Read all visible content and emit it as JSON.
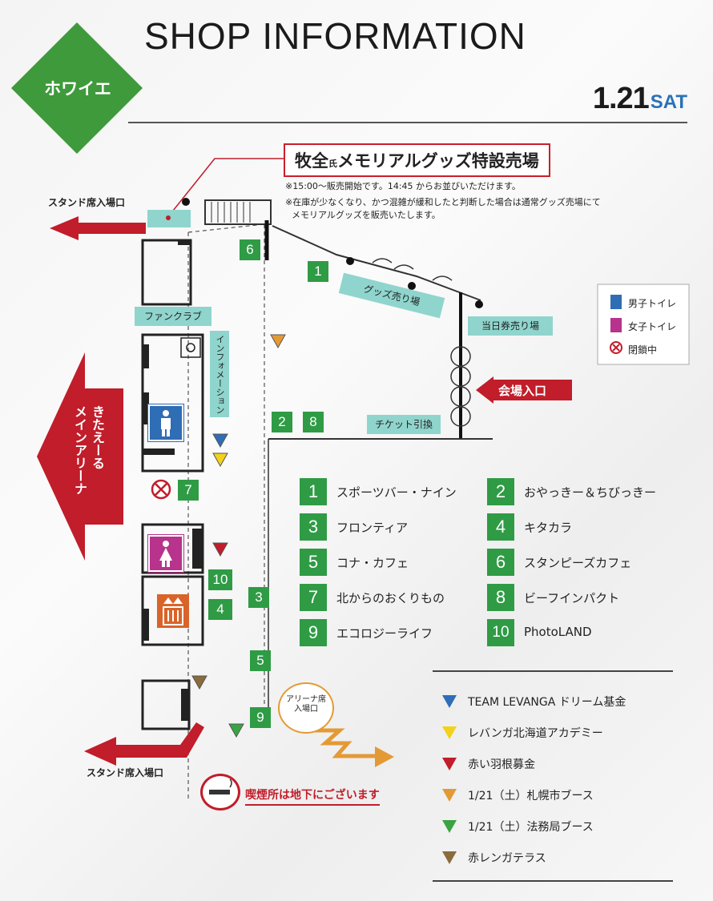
{
  "header": {
    "title": "SHOP INFORMATION",
    "section": "ホワイエ",
    "date": "1.21",
    "weekday": "SAT"
  },
  "memorial": {
    "title_main": "牧全",
    "title_small": "氏",
    "title_rest": "メモリアルグッズ特設売場",
    "note1": "※15:00〜販売開始です。14:45 からお並びいただけます。",
    "note2": "※在庫が少なくなり、かつ混雑が緩和したと判断した場合は通常グッズ売場にて",
    "note3": "メモリアルグッズを販売いたします。"
  },
  "map_labels": {
    "stand_entrance_top": "スタンド席入場口",
    "stand_entrance_bottom": "スタンド席入場口",
    "fanclub": "ファンクラブ",
    "information": "インフォメーション",
    "goods": "グッズ売り場",
    "same_day_tickets": "当日券売り場",
    "venue_entrance": "会場入口",
    "ticket_exchange": "チケット引換",
    "main_arena_line1": "きたえーる",
    "main_arena_line2": "メインアリーナ",
    "arena_entrance_line1": "アリーナ席",
    "arena_entrance_line2": "入場口",
    "smoking": "喫煙所は地下にございます"
  },
  "toilet_legend": {
    "male": "男子トイレ",
    "female": "女子トイレ",
    "closed": "閉鎖中"
  },
  "map_numbers": [
    "6",
    "1",
    "2",
    "8",
    "7",
    "10",
    "4",
    "3",
    "5",
    "9"
  ],
  "shops": [
    {
      "no": "1",
      "name": "スポーツバー・ナイン"
    },
    {
      "no": "2",
      "name": "おやっきー＆ちびっきー"
    },
    {
      "no": "3",
      "name": "フロンティア"
    },
    {
      "no": "4",
      "name": "キタカラ"
    },
    {
      "no": "5",
      "name": "コナ・カフェ"
    },
    {
      "no": "6",
      "name": "スタンピーズカフェ"
    },
    {
      "no": "7",
      "name": "北からのおくりもの"
    },
    {
      "no": "8",
      "name": "ビーフインパクト"
    },
    {
      "no": "9",
      "name": "エコロジーライフ"
    },
    {
      "no": "10",
      "name": "PhotoLAND"
    }
  ],
  "booth_legend": [
    {
      "label": "TEAM LEVANGA ドリーム基金",
      "color": "#2f6db5"
    },
    {
      "label": "レバンガ北海道アカデミー",
      "color": "#f2d21b"
    },
    {
      "label": "赤い羽根募金",
      "color": "#c11d2a"
    },
    {
      "label": "1/21（土）札幌市ブース",
      "color": "#e39a35"
    },
    {
      "label": "1/21（土）法務局ブース",
      "color": "#3aa442"
    },
    {
      "label": "赤レンガテラス",
      "color": "#8a6b3c"
    }
  ],
  "colors": {
    "brand_green": "#3f9a3c",
    "accent_red": "#c11d2a",
    "teal": "#8fd5cd",
    "shop_green": "#2f9b45",
    "date_blue": "#2a72b8"
  }
}
